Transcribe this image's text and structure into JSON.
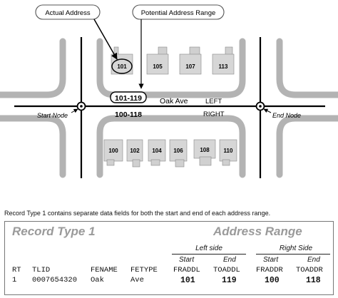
{
  "callouts": {
    "actual": "Actual Address",
    "potential": "Potential Address Range"
  },
  "street": {
    "name": "Oak Ave",
    "left_label": "LEFT",
    "right_label": "RIGHT",
    "left_range": "101-119",
    "right_range": "100-118"
  },
  "nodes": {
    "start": "Start Node",
    "end": "End Node"
  },
  "buildings": {
    "north": [
      "101",
      "105",
      "107",
      "113"
    ],
    "south": [
      "100",
      "102",
      "104",
      "106",
      "108",
      "110"
    ]
  },
  "caption": "Record Type 1 contains separate data fields for both the start and end of each address range.",
  "record": {
    "title": "Record Type 1",
    "range_title": "Address Range",
    "left_side": "Left side",
    "right_side": "Right Side",
    "start": "Start",
    "end": "End",
    "headers": {
      "rt": "RT",
      "tlid": "TLID",
      "fename": "FENAME",
      "fetype": "FETYPE",
      "fraddl": "FRADDL",
      "toaddl": "TOADDL",
      "fraddr": "FRADDR",
      "toaddr": "TOADDR"
    },
    "values": {
      "rt": "1",
      "tlid": "0007654320",
      "fename": "Oak",
      "fetype": "Ave",
      "fraddl": "101",
      "toaddl": "119",
      "fraddr": "100",
      "toaddr": "118"
    }
  }
}
